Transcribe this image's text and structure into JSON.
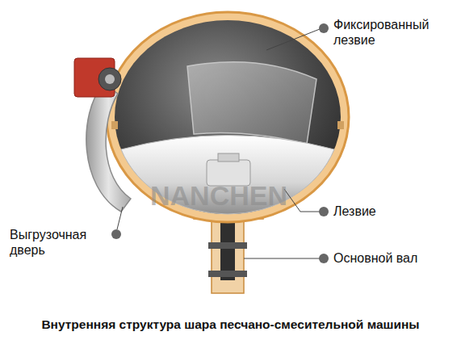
{
  "diagram": {
    "caption": "Внутренняя структура шара песчано-смесительной машины",
    "labels": [
      "Фиксированный лезвие",
      "Лезвие",
      "Основной вал",
      "Выгрузочная дверь",
      "NANCHEN"
    ]
  }
}
